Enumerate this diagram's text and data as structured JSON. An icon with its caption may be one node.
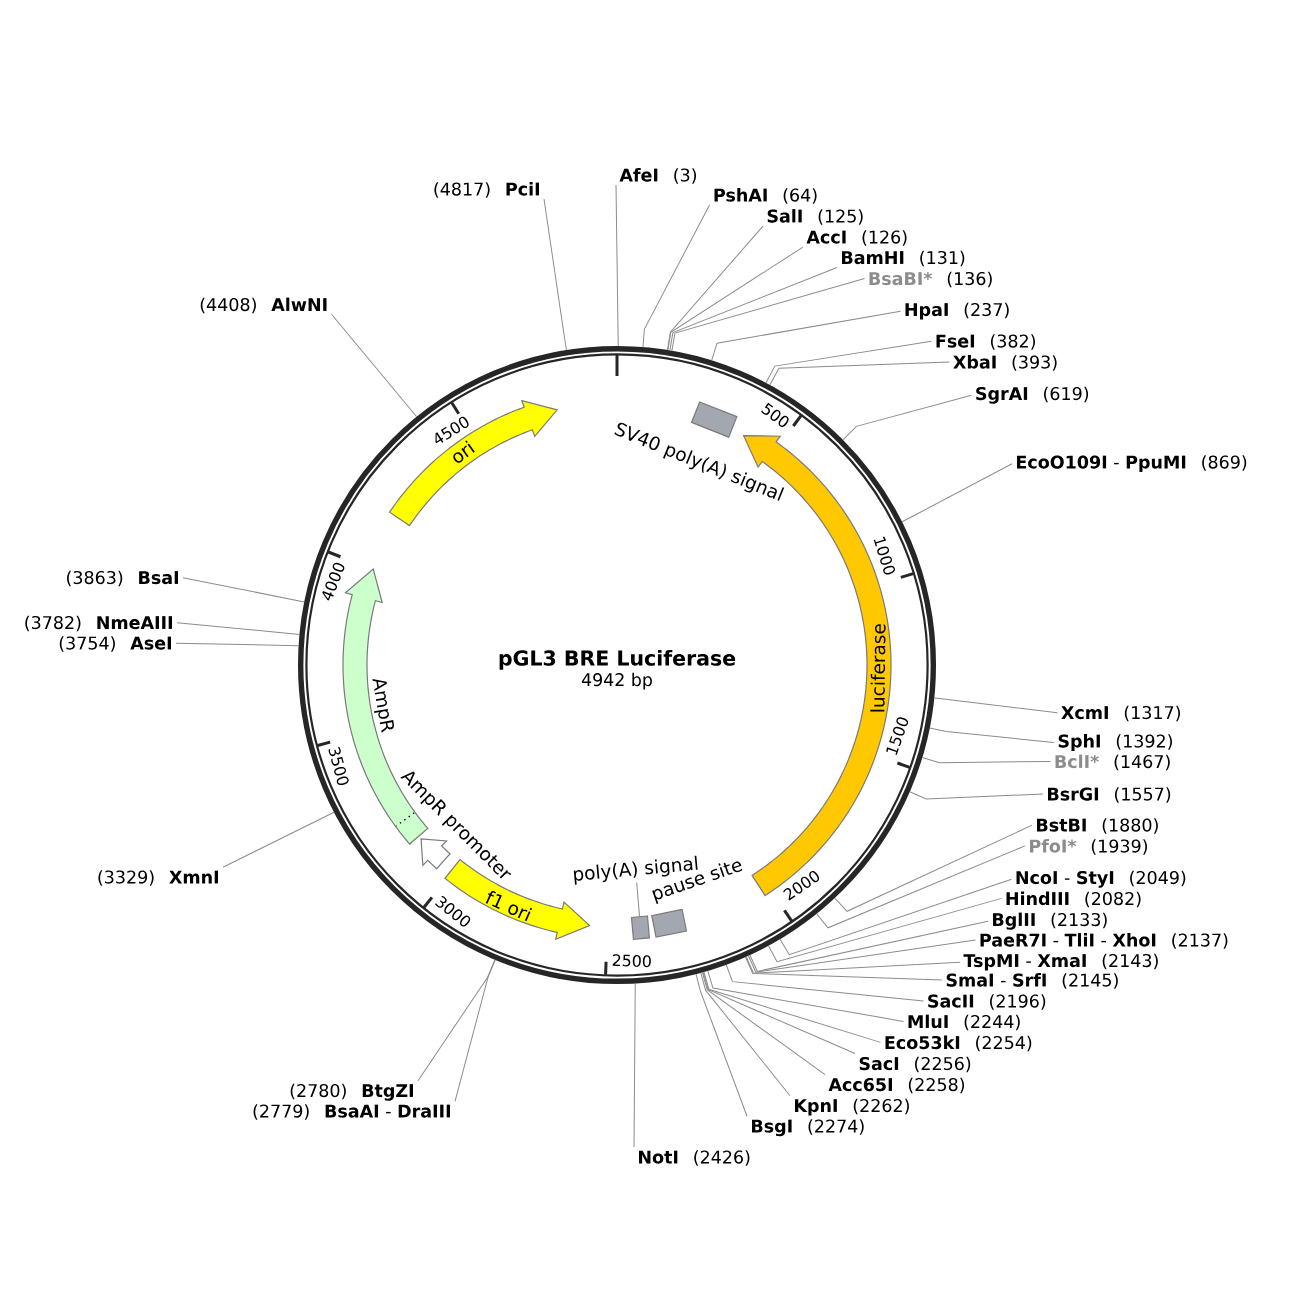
{
  "diagram": {
    "title": "pGL3 BRE Luciferase",
    "nodes": [
      {
        "text": [
          "AfeI",
          "(3)"
        ]
      },
      {
        "text": [
          "PshAI",
          "(64)"
        ]
      },
      {
        "text": [
          "SalI",
          "(125)"
        ]
      },
      {
        "text": [
          "AccI",
          "(126)"
        ]
      },
      {
        "text": [
          "BamHI",
          "(131)"
        ]
      },
      {
        "text": [
          "BsaBI*",
          "(136)"
        ]
      },
      {
        "text": [
          "HpaI",
          "(237)"
        ]
      },
      {
        "text": [
          "FseI",
          "(382)"
        ]
      },
      {
        "text": [
          "XbaI",
          "(393)"
        ]
      },
      {
        "text": [
          "SgrAI",
          "(619)"
        ]
      },
      {
        "text": [
          "**EcoO109I** - **PpuMI**",
          "(869)"
        ]
      },
      {
        "text": [
          "XcmI",
          "(1317)"
        ]
      },
      {
        "text": [
          "SphI",
          "(1392)"
        ]
      },
      {
        "text": [
          "BclI*",
          "(1467)"
        ]
      },
      {
        "text": [
          "BsrGI",
          "(1557)"
        ]
      },
      {
        "text": [
          "BstBI",
          "(1880)"
        ]
      },
      {
        "text": [
          "PfoI*",
          "(1939)"
        ]
      },
      {
        "text": [
          "**NcoI** - **StyI**",
          "(2049)"
        ]
      },
      {
        "text": [
          "HindIII",
          "(2082)"
        ]
      },
      {
        "text": [
          "BglII",
          "(2133)"
        ]
      },
      {
        "text": [
          "**PaeR7I** - **TliI** - **XhoI**",
          "(2137)"
        ]
      },
      {
        "text": [
          "**TspMI** - **XmaI**",
          "(2143)"
        ]
      },
      {
        "text": [
          "**SmaI** - **SrfI**",
          "(2145)"
        ]
      },
      {
        "text": [
          "SacII",
          "(2196)"
        ]
      },
      {
        "text": [
          "MluI",
          "(2244)"
        ]
      },
      {
        "text": [
          "Eco53kI",
          "(2254)"
        ]
      },
      {
        "text": [
          "SacI",
          "(2256)"
        ]
      },
      {
        "text": [
          "Acc65I",
          "(2258)"
        ]
      },
      {
        "text": [
          "KpnI",
          "(2262)"
        ]
      },
      {
        "text": [
          "BsgI",
          "(2274)"
        ]
      },
      {
        "text": [
          "NotI",
          "(2426)"
        ]
      },
      {
        "text": [
          "(2779)",
          "**BsaAI** - **DraIII**"
        ]
      },
      {
        "text": [
          "(2780)",
          "BtgZI"
        ]
      },
      {
        "text": [
          "(3329)",
          "XmnI"
        ]
      },
      {
        "text": [
          "(3754)",
          "AseI"
        ]
      },
      {
        "text": [
          "(3782)",
          "NmeAIII"
        ]
      },
      {
        "text": [
          "(3863)",
          "BsaI"
        ]
      },
      {
        "text": [
          "(4408)",
          "AlwNI"
        ]
      },
      {
        "text": [
          "(4817)",
          "PciI"
        ]
      },
      {
        "text": [
          "SV40 poly(A) signal"
        ]
      },
      {
        "text": [
          "luciferase"
        ]
      },
      {
        "text": [
          "pause site"
        ]
      },
      {
        "text": [
          "poly(A) signal"
        ]
      },
      {
        "text": [],
        "shape": "box"
      },
      {
        "text": [
          "f1 ori"
        ]
      },
      {
        "text": [
          "AmpR promoter"
        ]
      },
      {
        "text": [
          "AmpR"
        ]
      },
      {
        "text": [
          "ori"
        ]
      }
    ],
    "edges": [
      {
        "from": 0,
        "to": null,
        "arrow": "none"
      },
      {
        "from": 1,
        "to": null,
        "arrow": "none"
      },
      {
        "from": 2,
        "to": null,
        "arrow": "none"
      },
      {
        "from": 3,
        "to": null,
        "arrow": "none"
      },
      {
        "from": 4,
        "to": null,
        "arrow": "none"
      },
      {
        "from": 5,
        "to": null,
        "arrow": "none"
      },
      {
        "from": 6,
        "to": null,
        "arrow": "none"
      },
      {
        "from": 7,
        "to": null,
        "arrow": "none"
      },
      {
        "from": 8,
        "to": null,
        "arrow": "none"
      },
      {
        "from": 9,
        "to": null,
        "arrow": "none"
      },
      {
        "from": 10,
        "to": null,
        "arrow": "none"
      },
      {
        "from": 11,
        "to": null,
        "arrow": "none"
      },
      {
        "from": 12,
        "to": null,
        "arrow": "none"
      },
      {
        "from": 13,
        "to": null,
        "arrow": "none"
      },
      {
        "from": 14,
        "to": null,
        "arrow": "none"
      },
      {
        "from": 15,
        "to": null,
        "arrow": "none"
      },
      {
        "from": 16,
        "to": null,
        "arrow": "none"
      },
      {
        "from": 17,
        "to": null,
        "arrow": "none"
      },
      {
        "from": 18,
        "to": null,
        "arrow": "none"
      },
      {
        "from": 19,
        "to": null,
        "arrow": "none"
      },
      {
        "from": 20,
        "to": null,
        "arrow": "none"
      },
      {
        "from": 21,
        "to": null,
        "arrow": "none"
      },
      {
        "from": 22,
        "to": null,
        "arrow": "none"
      },
      {
        "from": 23,
        "to": null,
        "arrow": "none"
      },
      {
        "from": 24,
        "to": null,
        "arrow": "none"
      },
      {
        "from": 25,
        "to": null,
        "arrow": "none"
      },
      {
        "from": 26,
        "to": null,
        "arrow": "none"
      },
      {
        "from": 27,
        "to": null,
        "arrow": "none"
      },
      {
        "from": 28,
        "to": null,
        "arrow": "none"
      },
      {
        "from": 29,
        "to": null,
        "arrow": "none"
      },
      {
        "from": 30,
        "to": null,
        "arrow": "none"
      },
      {
        "from": 31,
        "to": null,
        "arrow": "none"
      },
      {
        "from": 32,
        "to": null,
        "arrow": "none"
      },
      {
        "from": 33,
        "to": null,
        "arrow": "none"
      },
      {
        "from": 34,
        "to": null,
        "arrow": "none"
      },
      {
        "from": 35,
        "to": null,
        "arrow": "none"
      },
      {
        "from": 36,
        "to": null,
        "arrow": "none"
      },
      {
        "from": 37,
        "to": null,
        "arrow": "none"
      },
      {
        "from": 38,
        "to": null,
        "arrow": "none"
      },
      {
        "from": 42,
        "to": 43,
        "arrow": "none"
      }
    ],
    "labels": [
      "4942 bp",
      "500",
      "1000",
      "1500",
      "2000",
      "2500",
      "3000",
      "3500",
      "4000",
      "4500"
    ]
  }
}
